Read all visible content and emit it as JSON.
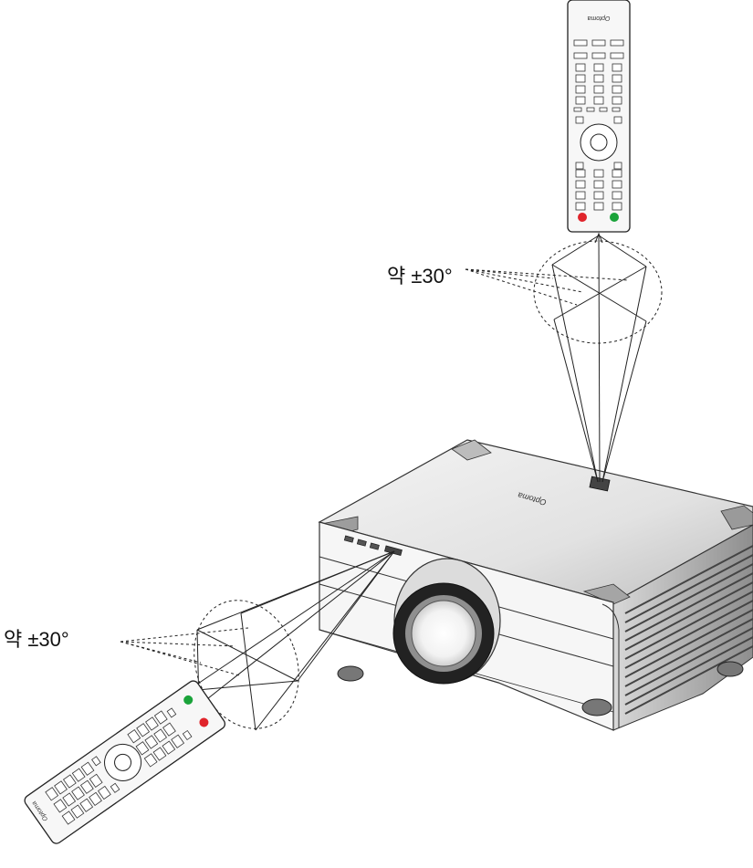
{
  "labels": {
    "top_angle": "약 ±30°",
    "left_angle": "약 ±30°"
  },
  "brand": "Optoma",
  "remote": {
    "power_off_color": "#e0242b",
    "power_on_color": "#1aa33a"
  },
  "colors": {
    "line": "#222222",
    "projector_top": "#e9e9e9",
    "projector_front": "#f4f4f4",
    "lens_ring": "#9a9a9a"
  }
}
